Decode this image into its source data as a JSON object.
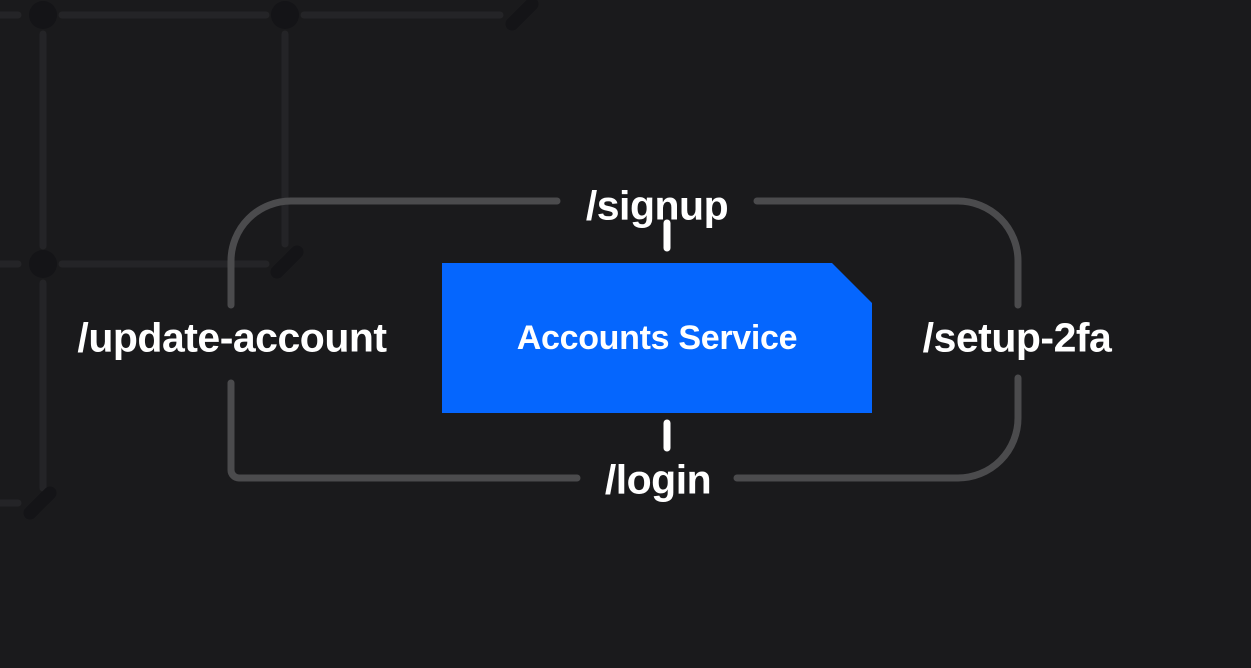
{
  "diagram": {
    "node": {
      "label": "Accounts Service"
    },
    "endpoints": [
      {
        "id": "signup",
        "label": "/signup",
        "position": "top"
      },
      {
        "id": "update-account",
        "label": "/update-account",
        "position": "left"
      },
      {
        "id": "setup-2fa",
        "label": "/setup-2fa",
        "position": "right"
      },
      {
        "id": "login",
        "label": "/login",
        "position": "bottom"
      }
    ]
  },
  "colors": {
    "background": "#1a1a1c",
    "node_fill": "#0566fe",
    "node_text": "#ffffff",
    "endpoint_text": "#ffffff",
    "loop_stroke": "#4b4b4d",
    "tick_stroke": "#ffffff",
    "grid_line": "#242427",
    "grid_dot": "#141417"
  }
}
